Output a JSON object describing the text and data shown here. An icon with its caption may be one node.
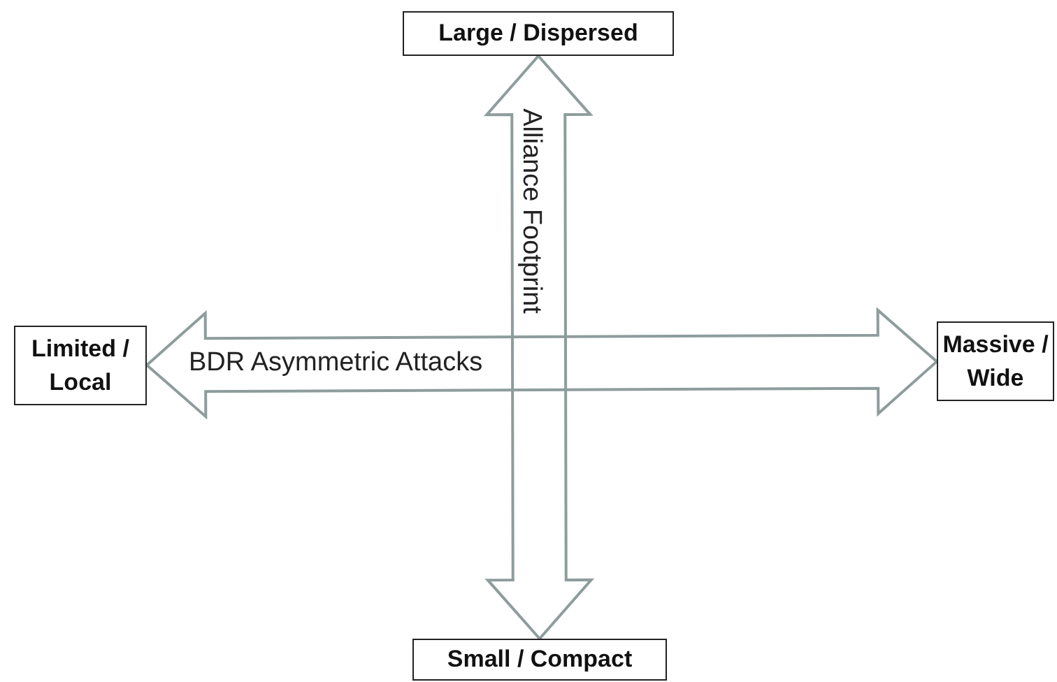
{
  "diagram": {
    "nodes": [
      {
        "text": [
          "Large / Dispersed"
        ]
      },
      {
        "text": [
          "Limited / Local"
        ]
      },
      {
        "text": [
          "Massive / Wide"
        ]
      },
      {
        "text": [
          "Small / Compact"
        ]
      }
    ],
    "edges": [
      {
        "from": 3,
        "to": 0,
        "arrow": "both",
        "label": "Alliance Footprint"
      },
      {
        "from": 1,
        "to": 2,
        "arrow": "both",
        "label": "BDR Asymmetric Attacks"
      }
    ]
  }
}
